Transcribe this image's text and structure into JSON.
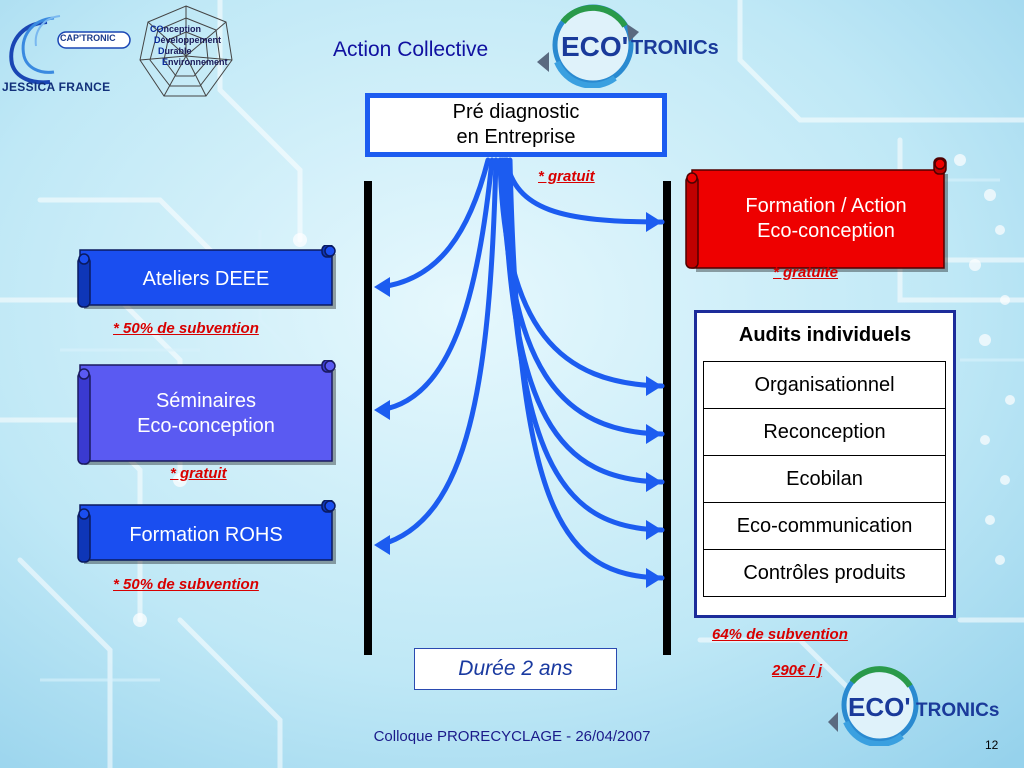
{
  "header": {
    "captronic_logo": "CAP'TRONIC",
    "jessica_label": "JESSICA FRANCE",
    "coded_logo": [
      "CO",
      "nception",
      "D",
      "éveloppement",
      "D",
      "urable",
      "E",
      "nvironnement"
    ],
    "title": "Action Collective",
    "eco_logo": {
      "eco": "ECO'",
      "tronics": "TRONICs"
    }
  },
  "center": {
    "pre_diagnostic_line1": "Pré diagnostic",
    "pre_diagnostic_line2": "en Entreprise",
    "gratuit_note": "* gratuit",
    "duration": "Durée 2 ans"
  },
  "left_column": [
    {
      "line1": "Ateliers DEEE",
      "line2": "",
      "note": "* 50% de  subvention",
      "color": "#1a4ef0"
    },
    {
      "line1": "Séminaires",
      "line2": "Eco-conception",
      "note": "* gratuit",
      "color": "#5a5af2"
    },
    {
      "line1": "Formation ROHS",
      "line2": "",
      "note": "* 50% de  subvention",
      "color": "#1a4ef0"
    }
  ],
  "right_column": {
    "formation": {
      "line1": "Formation / Action",
      "line2": "Eco-conception",
      "note": "* gratuite",
      "color": "#ee0000"
    },
    "audits_title": "Audits individuels",
    "audits_items": [
      "Organisationnel",
      "Reconception",
      "Ecobilan",
      "Eco-communication",
      "Contrôles produits"
    ],
    "subvention_note": "64% de  subvention",
    "price_note": "290€ / j"
  },
  "footer": {
    "text": "Colloque PRORECYCLAGE - 26/04/2007",
    "page_number": "12"
  },
  "colors": {
    "arrow_blue": "#1c5cf0",
    "note_red": "#d80000",
    "bar_black": "#000000",
    "frame_blue": "#1c2c9a"
  }
}
